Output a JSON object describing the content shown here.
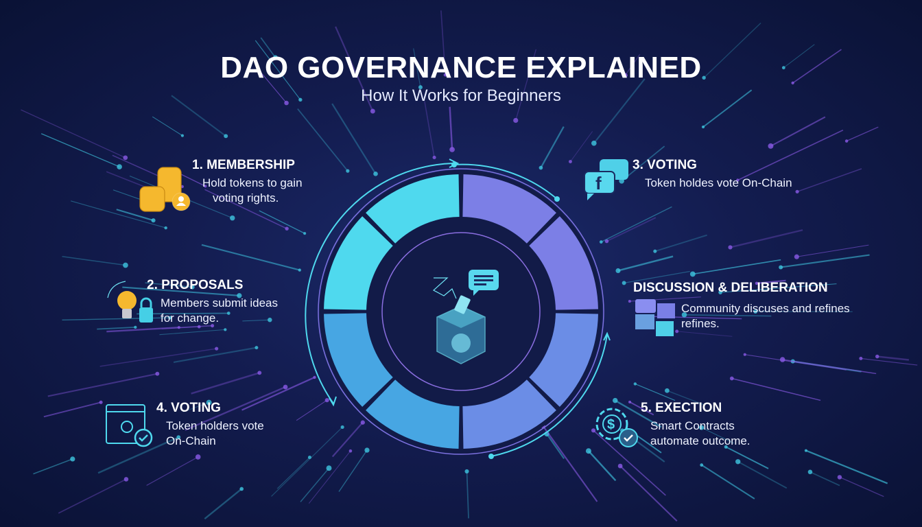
{
  "header": {
    "title": "DAO GOVERNANCE EXPLAINED",
    "subtitle": "How It Works for Beginners"
  },
  "steps": [
    {
      "title": "1. MEMBERSHIP",
      "line1": "Hold tokens to gain",
      "line2": "voting rights.",
      "icon": "coins-icon"
    },
    {
      "title": "2. PROPOSALS",
      "line1": "Members submit ideas",
      "line2": "for change.",
      "icon": "lightbulb-lock-icon"
    },
    {
      "title": "3. VOTING",
      "line1": "Token holdes vote On-Chain",
      "line2": "",
      "icon": "chat-bubbles-icon"
    },
    {
      "title": "DISCUSSION & DELIBERATION",
      "line1": "Community discuses and refines",
      "line2": "refines.",
      "icon": "video-chat-icon"
    },
    {
      "title": "4. VOTING",
      "line1": "Token holders vote",
      "line2": "On-Chain",
      "icon": "dashboard-check-icon"
    },
    {
      "title": "5. EXECTION",
      "line1": "Smart Contracts",
      "line2": "automate outcome.",
      "icon": "gear-dollar-check-icon"
    }
  ],
  "colors": {
    "cyan": "#4fd9ee",
    "blue": "#47a6e3",
    "purple": "#7c7fe6",
    "periwinkle": "#6b8de6",
    "background": "#131c4f",
    "gold": "#f5b82e"
  }
}
